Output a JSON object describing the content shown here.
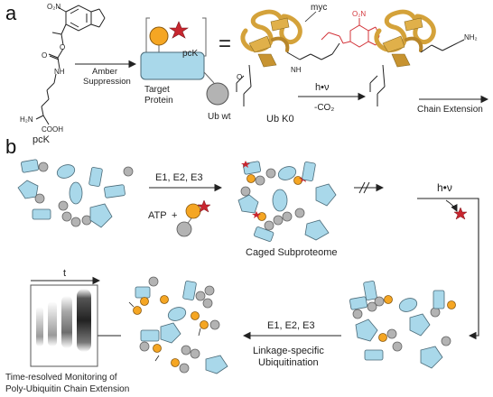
{
  "panels": {
    "a": "a",
    "b": "b"
  },
  "panel_a": {
    "nitro": "O₂N",
    "amber_line1": "Amber",
    "amber_line2": "Suppression",
    "pck_label": "pcK",
    "pck_small": "pcK",
    "target_line1": "Target",
    "target_line2": "Protein",
    "ubwt": "Ub wt",
    "equals": "=",
    "myc": "myc",
    "ubk0": "Ub K0",
    "hv": "h•ν",
    "co2": "-CO₂",
    "chain_ext": "Chain Extension",
    "nh": "NH",
    "nh2": "NH₂",
    "h2n": "H₂N",
    "cooh": "COOH",
    "o": "O",
    "o2n_red": "O₂N"
  },
  "panel_b": {
    "e123_top": "E1, E2, E3",
    "atp": "ATP",
    "plus": "+",
    "caged": "Caged Subproteome",
    "hv": "h•ν",
    "time": "t",
    "e123_bottom": "E1, E2, E3",
    "linkage_line1": "Linkage-specific",
    "linkage_line2": "Ubiquitination",
    "monitor_line1": "Time-resolved Monitoring of",
    "monitor_line2": "Poly-Ubiquitin Chain Extension"
  },
  "colors": {
    "protein": "#a9d8ea",
    "ubiquitin": "#b3b3b3",
    "cage": "#f5a623",
    "star": "#c8262f",
    "ribbon": "#d4a23a",
    "red_mol": "#d3343a"
  }
}
